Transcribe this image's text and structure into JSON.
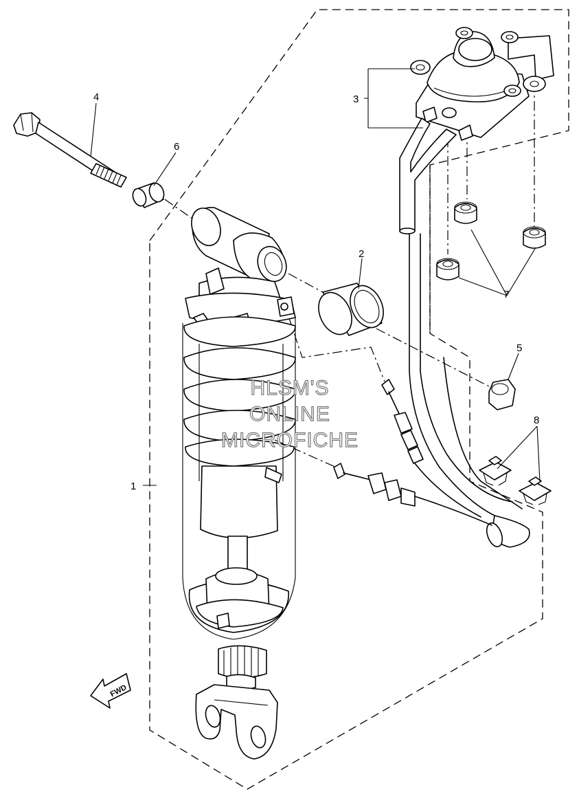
{
  "callouts": [
    "1",
    "2",
    "3",
    "4",
    "5",
    "6",
    "7",
    "8"
  ],
  "watermark": {
    "line1": "HLSM'S",
    "line2": "ONLINE",
    "line3": "MICROFICHE"
  },
  "direction_label": "FWD",
  "colors": {
    "line": "#000000",
    "background": "#ffffff",
    "watermark_outline": "#777777"
  }
}
